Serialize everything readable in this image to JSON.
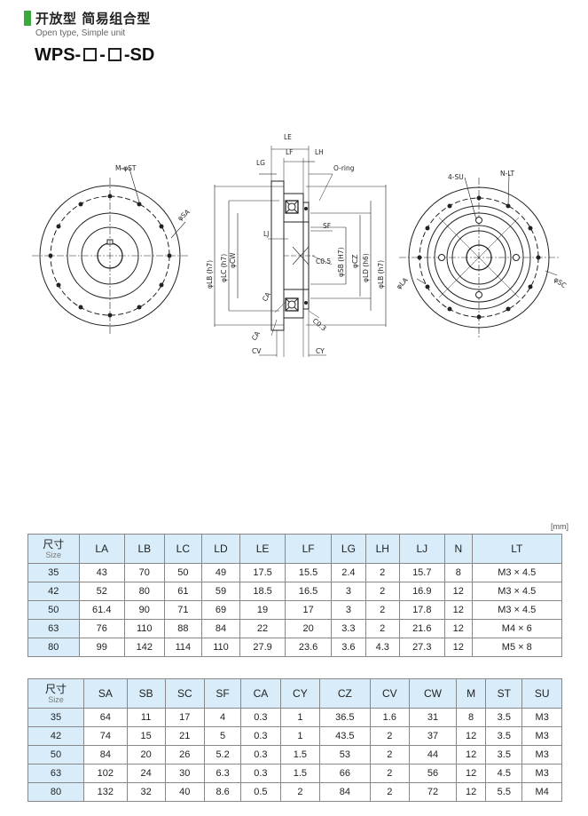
{
  "header": {
    "title": "开放型 简易组合型",
    "subtitle": "Open type, Simple unit",
    "model_prefix": "WPS-",
    "model_sep": "-",
    "model_suffix": "-SD"
  },
  "drawing": {
    "left_labels": {
      "st": "M-φST",
      "sa": "φSA"
    },
    "section_labels": {
      "le": "LE",
      "lf": "LF",
      "lh": "LH",
      "lg": "LG",
      "oring": "O-ring",
      "lj": "LJ",
      "sf": "SF",
      "c05": "C0.5",
      "lb": "φLB (h7)",
      "lc": "φLC (h7)",
      "cw": "φCW",
      "sb": "φSB (H7)",
      "cz": "φCZ",
      "ld": "φLD (h6)",
      "lb2": "φLB (h7)",
      "ca": "CA",
      "ca2": "CA",
      "c03": "C0.3",
      "cv": "CV",
      "cy": "CY"
    },
    "right_labels": {
      "su": "4-SU",
      "lt": "N-LT",
      "la": "φLA",
      "sc": "φSC"
    }
  },
  "unit": "[mm]",
  "table1": {
    "size_zh": "尺寸",
    "size_en": "Size",
    "headers": [
      "LA",
      "LB",
      "LC",
      "LD",
      "LE",
      "LF",
      "LG",
      "LH",
      "LJ",
      "N",
      "LT"
    ],
    "rows": [
      [
        "35",
        "43",
        "70",
        "50",
        "49",
        "17.5",
        "15.5",
        "2.4",
        "2",
        "15.7",
        "8",
        "M3 × 4.5"
      ],
      [
        "42",
        "52",
        "80",
        "61",
        "59",
        "18.5",
        "16.5",
        "3",
        "2",
        "16.9",
        "12",
        "M3 × 4.5"
      ],
      [
        "50",
        "61.4",
        "90",
        "71",
        "69",
        "19",
        "17",
        "3",
        "2",
        "17.8",
        "12",
        "M3 × 4.5"
      ],
      [
        "63",
        "76",
        "110",
        "88",
        "84",
        "22",
        "20",
        "3.3",
        "2",
        "21.6",
        "12",
        "M4 × 6"
      ],
      [
        "80",
        "99",
        "142",
        "114",
        "110",
        "27.9",
        "23.6",
        "3.6",
        "4.3",
        "27.3",
        "12",
        "M5 × 8"
      ]
    ]
  },
  "table2": {
    "size_zh": "尺寸",
    "size_en": "Size",
    "headers": [
      "SA",
      "SB",
      "SC",
      "SF",
      "CA",
      "CY",
      "CZ",
      "CV",
      "CW",
      "M",
      "ST",
      "SU"
    ],
    "rows": [
      [
        "35",
        "64",
        "11",
        "17",
        "4",
        "0.3",
        "1",
        "36.5",
        "1.6",
        "31",
        "8",
        "3.5",
        "M3"
      ],
      [
        "42",
        "74",
        "15",
        "21",
        "5",
        "0.3",
        "1",
        "43.5",
        "2",
        "37",
        "12",
        "3.5",
        "M3"
      ],
      [
        "50",
        "84",
        "20",
        "26",
        "5.2",
        "0.3",
        "1.5",
        "53",
        "2",
        "44",
        "12",
        "3.5",
        "M3"
      ],
      [
        "63",
        "102",
        "24",
        "30",
        "6.3",
        "0.3",
        "1.5",
        "66",
        "2",
        "56",
        "12",
        "4.5",
        "M3"
      ],
      [
        "80",
        "132",
        "32",
        "40",
        "8.6",
        "0.5",
        "2",
        "84",
        "2",
        "72",
        "12",
        "5.5",
        "M4"
      ]
    ]
  }
}
